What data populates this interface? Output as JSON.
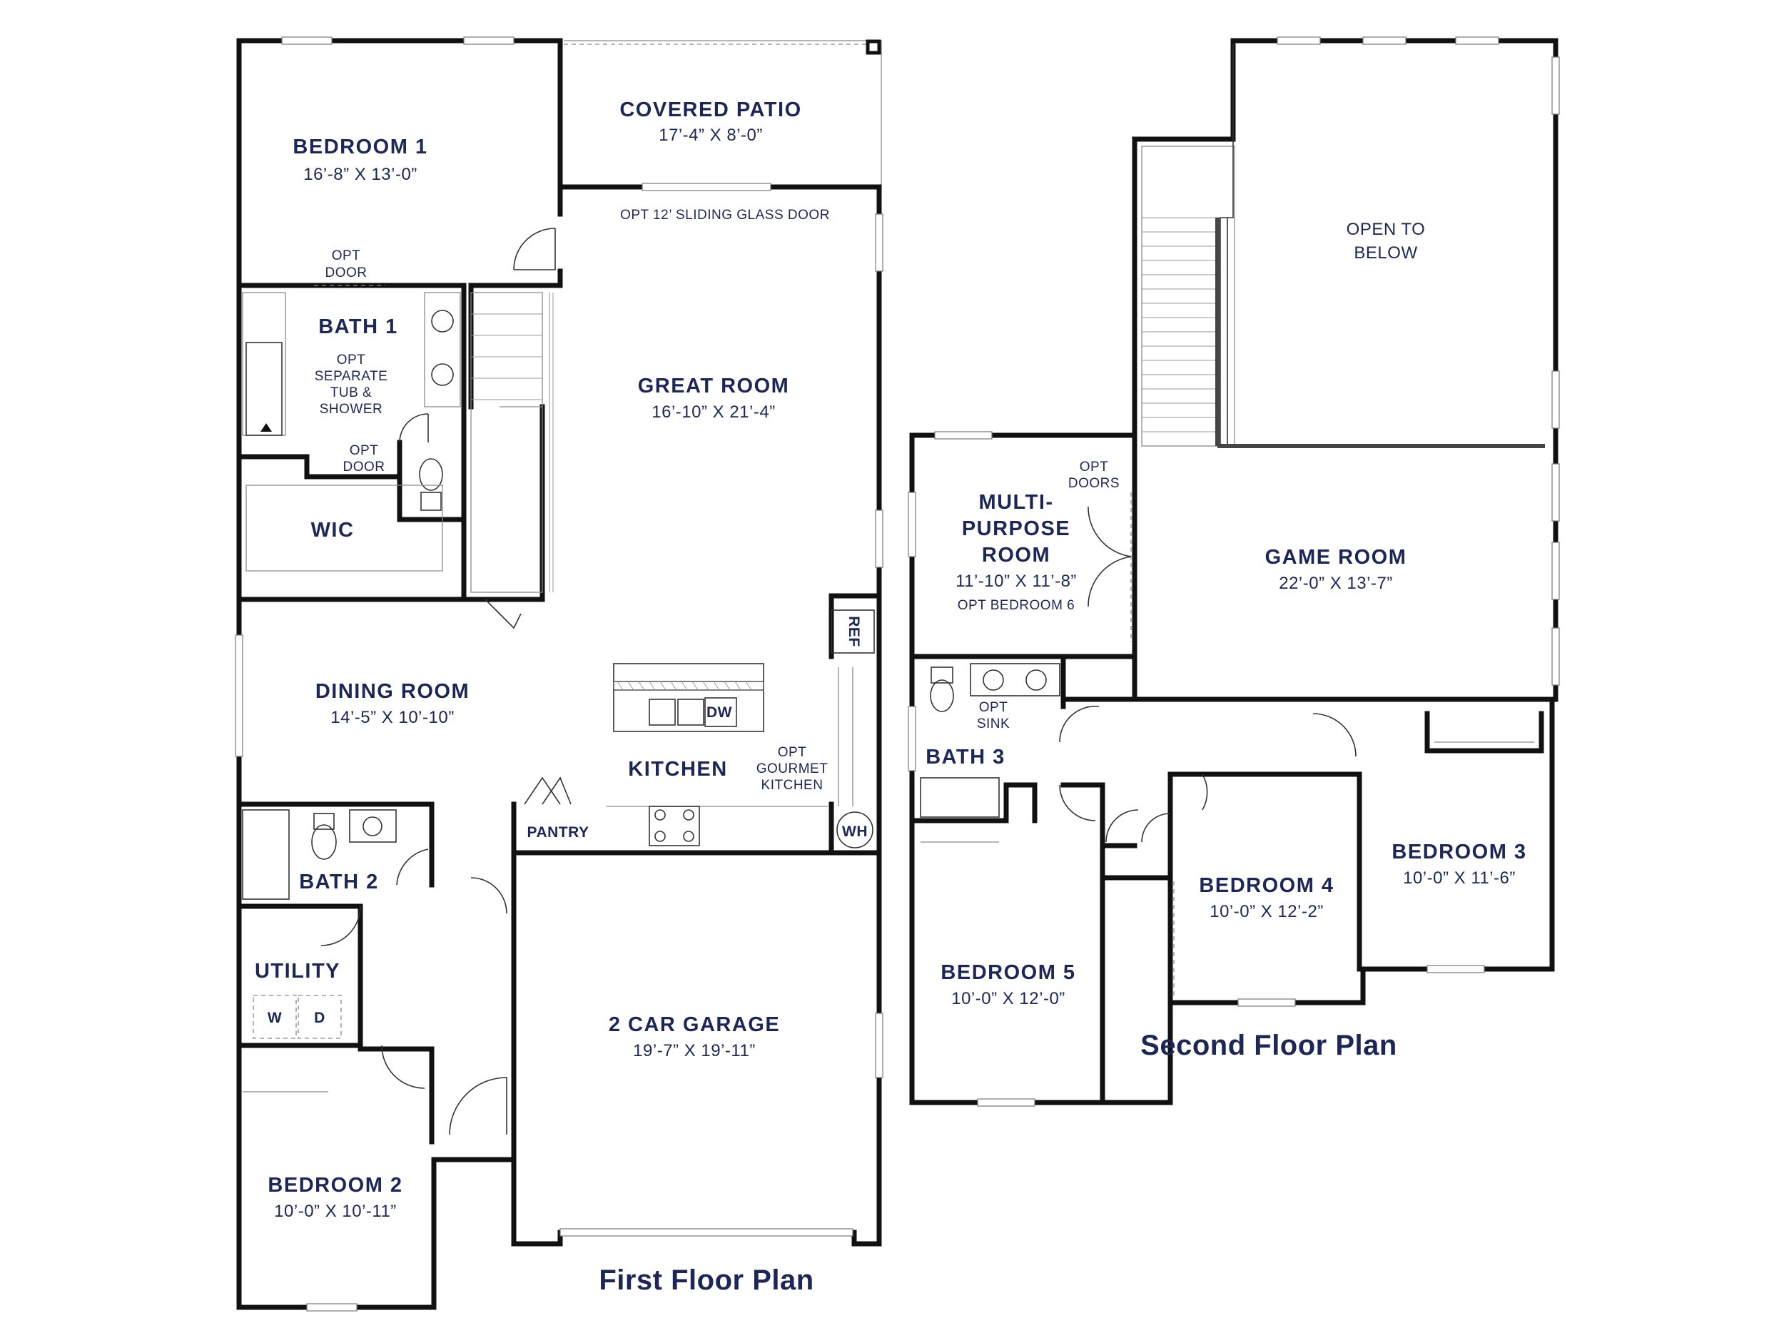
{
  "first_floor": {
    "title": "First Floor Plan",
    "rooms": {
      "bedroom1": {
        "name": "BEDROOM 1",
        "size": "16’-8” X 13’-0”"
      },
      "covered_patio": {
        "name": "COVERED PATIO",
        "size": "17’-4” X 8’-0”"
      },
      "great_room": {
        "name": "GREAT ROOM",
        "size": "16’-10” X 21’-4”"
      },
      "bath1": {
        "name": "BATH 1"
      },
      "wic": {
        "name": "WIC"
      },
      "dining_room": {
        "name": "DINING ROOM",
        "size": "14’-5” X 10’-10”"
      },
      "kitchen": {
        "name": "KITCHEN"
      },
      "bath2": {
        "name": "BATH 2"
      },
      "utility": {
        "name": "UTILITY"
      },
      "garage": {
        "name": "2 CAR GARAGE",
        "size": "19’-7” X 19’-11”"
      },
      "bedroom2": {
        "name": "BEDROOM 2",
        "size": "10’-0” X 10’-11”"
      }
    },
    "notes": {
      "sliding_door": "OPT 12’ SLIDING GLASS DOOR",
      "opt_door_1": [
        "OPT",
        "DOOR"
      ],
      "opt_door_2": [
        "OPT",
        "DOOR"
      ],
      "tub_shower": [
        "OPT",
        "SEPARATE",
        "TUB &",
        "SHOWER"
      ],
      "gourmet": [
        "OPT",
        "GOURMET",
        "KITCHEN"
      ]
    },
    "fixtures": {
      "pantry": "PANTRY",
      "wh": "WH",
      "ref": "REF",
      "dw": "DW",
      "washer": "W",
      "dryer": "D"
    }
  },
  "second_floor": {
    "title": "Second Floor Plan",
    "rooms": {
      "open_below": [
        "OPEN TO",
        "BELOW"
      ],
      "multipurpose": {
        "name": [
          "MULTI-",
          "PURPOSE",
          "ROOM"
        ],
        "size": "11’-10” X 11’-8”",
        "opt": "OPT BEDROOM 6"
      },
      "game_room": {
        "name": "GAME ROOM",
        "size": "22’-0” X 13’-7”"
      },
      "bath3": {
        "name": "BATH 3"
      },
      "bedroom3": {
        "name": "BEDROOM 3",
        "size": "10’-0” X 11’-6”"
      },
      "bedroom4": {
        "name": "BEDROOM 4",
        "size": "10’-0” X 12’-2”"
      },
      "bedroom5": {
        "name": "BEDROOM 5",
        "size": "10’-0” X 12’-0”"
      }
    },
    "notes": {
      "opt_doors": [
        "OPT",
        "DOORS"
      ],
      "opt_sink": [
        "OPT",
        "SINK"
      ]
    }
  },
  "colors": {
    "label": "#1c2757",
    "wall": "#111111"
  }
}
